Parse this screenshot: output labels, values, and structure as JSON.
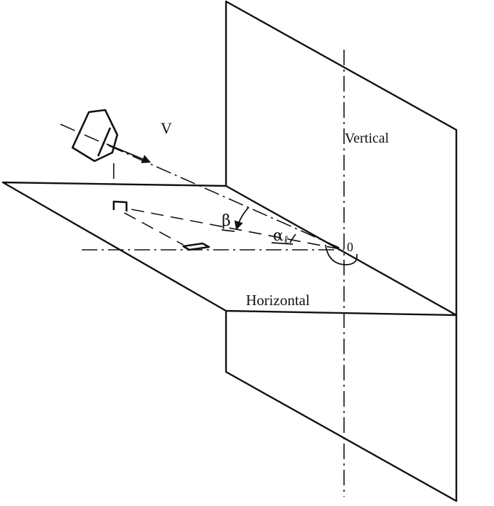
{
  "labels": {
    "velocity": "V",
    "vertical_plane": "Vertical",
    "horizontal_plane": "Horizontal",
    "origin": "0",
    "beta": "β",
    "alpha": "α",
    "alpha_subscript": "ℓ"
  }
}
